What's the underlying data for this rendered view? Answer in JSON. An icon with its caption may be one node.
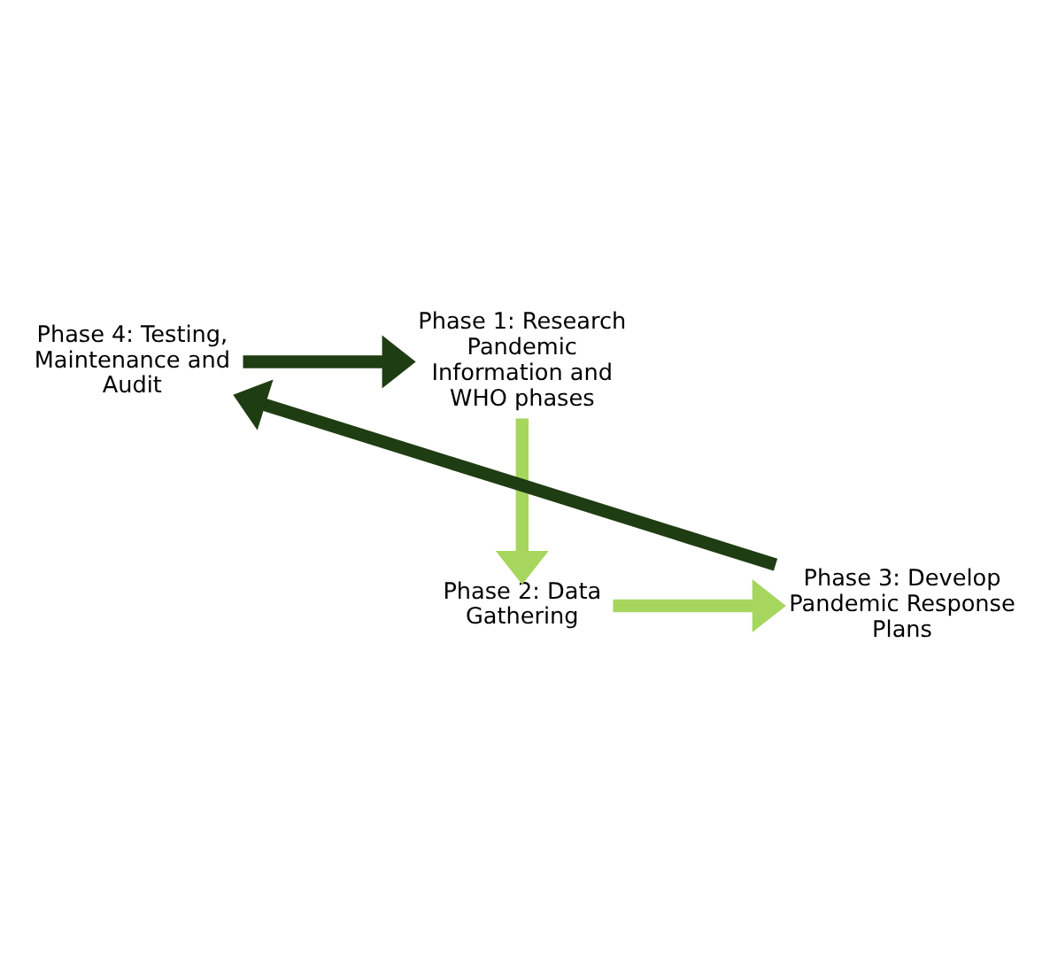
{
  "diagram": {
    "nodes": [
      {
        "text": [
          "Phase 4: Testing, Maintenance and Audit"
        ]
      },
      {
        "text": [
          "Phase 1: Research Pandemic Information and WHO phases"
        ]
      },
      {
        "text": [
          "Phase 3: Develop Pandemic Response Plans"
        ]
      },
      {
        "text": [
          "Phase 2: Data Gathering"
        ]
      }
    ],
    "edges": [
      {
        "from": 0,
        "to": 1,
        "arrow": "to",
        "color": "#1f3d12"
      },
      {
        "from": 1,
        "to": 3,
        "arrow": "to",
        "color": "#a6d65e"
      },
      {
        "from": 3,
        "to": 2,
        "arrow": "to",
        "color": "#a6d65e"
      },
      {
        "from": 2,
        "to": 0,
        "arrow": "to",
        "color": "#1f3d12"
      }
    ]
  }
}
